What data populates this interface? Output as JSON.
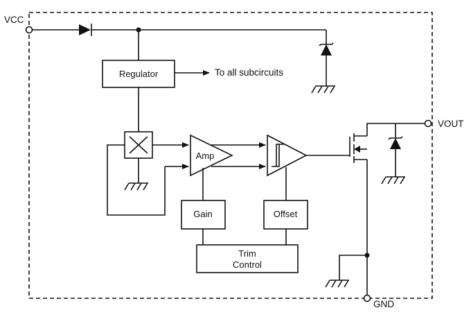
{
  "pins": {
    "vcc": "VCC",
    "vout": "VOUT",
    "gnd": "GND"
  },
  "blocks": {
    "regulator": "Regulator",
    "regulator_output_note": "To all subcircuits",
    "amp": "Amp",
    "gain": "Gain",
    "offset": "Offset",
    "trim_line1": "Trim",
    "trim_line2": "Control"
  },
  "colors": {
    "line": "#111111",
    "background": "#ffffff"
  }
}
